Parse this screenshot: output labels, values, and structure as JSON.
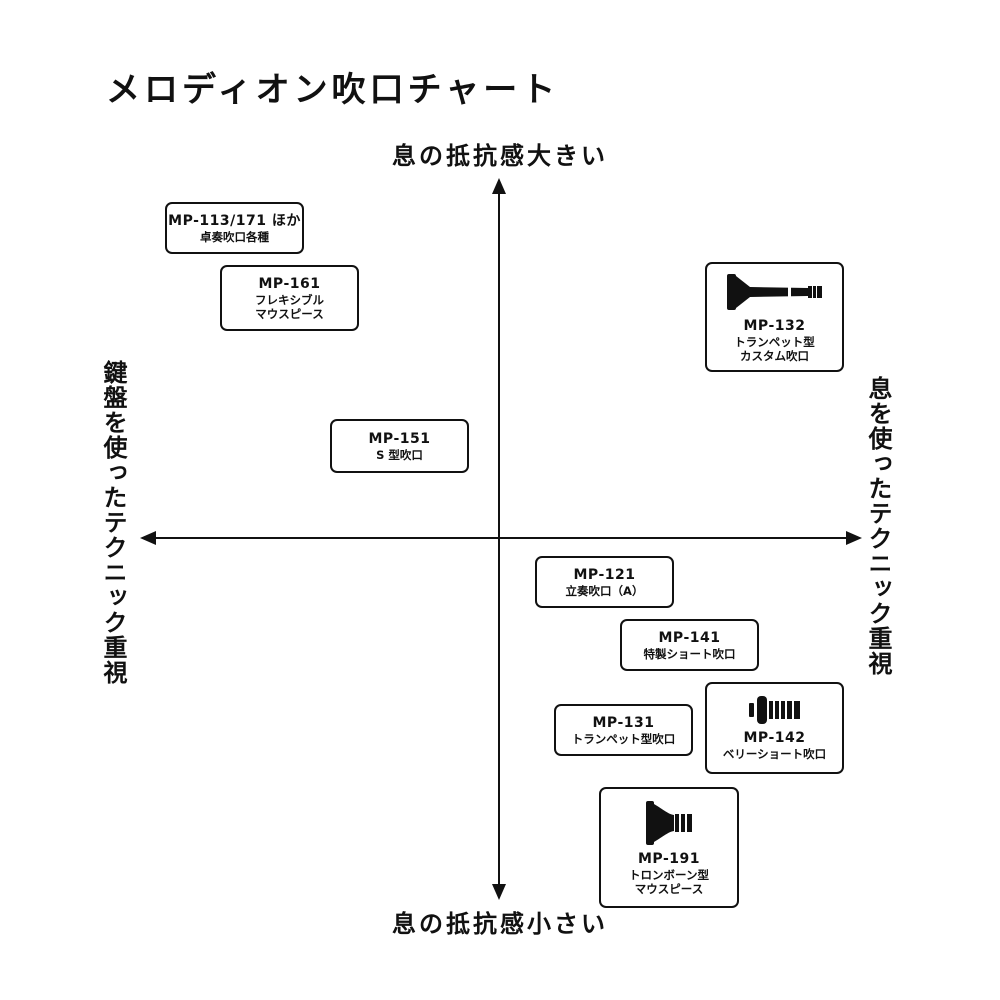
{
  "title": "メロディオン吹口チャート",
  "axes": {
    "top": "息の抵抗感大きい",
    "bottom": "息の抵抗感小さい",
    "left": "鍵盤を使ったテクニック重視",
    "right": "息を使ったテクニック重視"
  },
  "colors": {
    "ink": "#111111",
    "background": "#ffffff"
  },
  "items": {
    "mp113": {
      "code": "MP-113/171 ほか",
      "desc": [
        "卓奏吹口各種"
      ]
    },
    "mp161": {
      "code": "MP-161",
      "desc": [
        "フレキシブル",
        "マウスピース"
      ]
    },
    "mp151": {
      "code": "MP-151",
      "desc": [
        "S 型吹口"
      ]
    },
    "mp132": {
      "code": "MP-132",
      "desc": [
        "トランペット型",
        "カスタム吹口"
      ],
      "icon": "trumpet-mouthpiece-icon"
    },
    "mp121": {
      "code": "MP-121",
      "desc": [
        "立奏吹口（A）"
      ]
    },
    "mp141": {
      "code": "MP-141",
      "desc": [
        "特製ショート吹口"
      ]
    },
    "mp131": {
      "code": "MP-131",
      "desc": [
        "トランペット型吹口"
      ]
    },
    "mp142": {
      "code": "MP-142",
      "desc": [
        "ベリーショート吹口"
      ],
      "icon": "very-short-mouthpiece-icon"
    },
    "mp191": {
      "code": "MP-191",
      "desc": [
        "トロンボーン型",
        "マウスピース"
      ],
      "icon": "trombone-mouthpiece-icon"
    }
  }
}
